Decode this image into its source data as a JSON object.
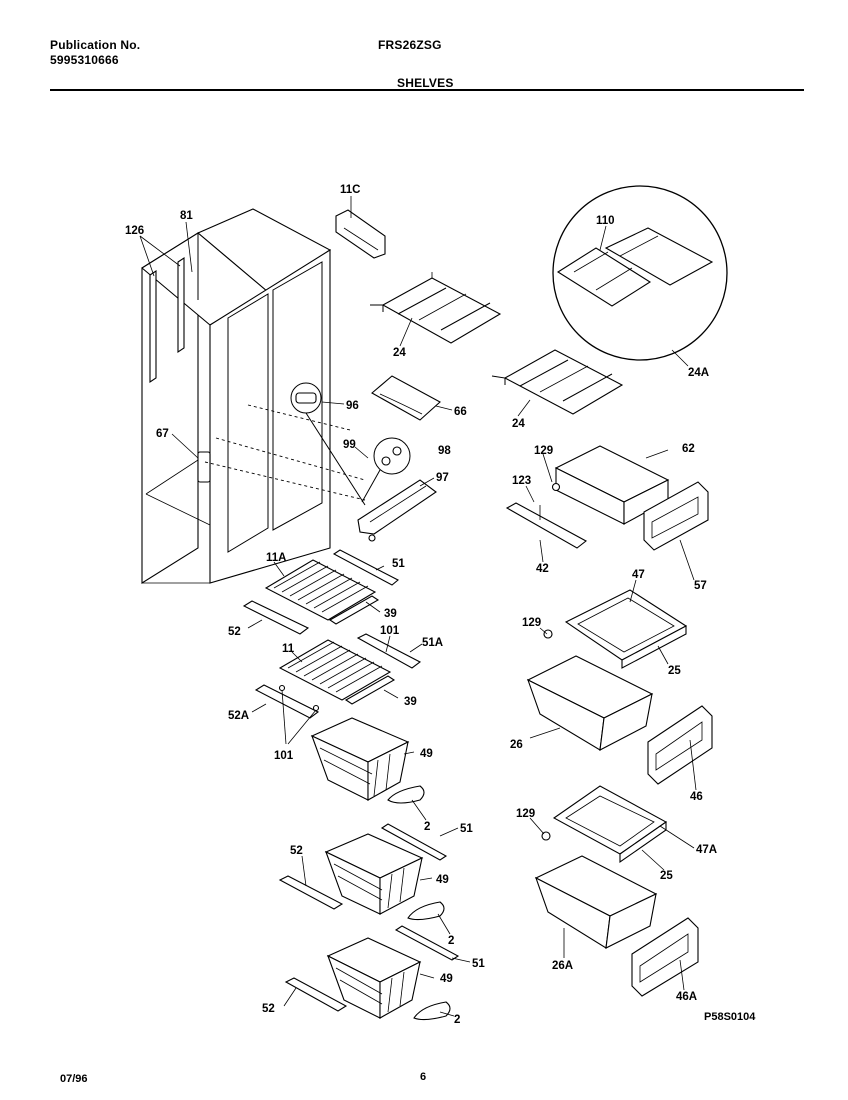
{
  "header": {
    "publication_label": "Publication No.",
    "publication_number": "5995310666",
    "model": "FRS26ZSG",
    "section": "SHELVES"
  },
  "footer": {
    "date": "07/96",
    "page": "6",
    "drawing_id": "P58S0104"
  },
  "callouts": {
    "c126": "126",
    "c81": "81",
    "c11C": "11C",
    "c110": "110",
    "c24": "24",
    "c24b": "24",
    "c24A": "24A",
    "c96": "96",
    "c66": "66",
    "c67": "67",
    "c99": "99",
    "c98": "98",
    "c97": "97",
    "c129a": "129",
    "c62": "62",
    "c123": "123",
    "c42": "42",
    "c57": "57",
    "c11A": "11A",
    "c51a": "51",
    "c39a": "39",
    "c52a": "52",
    "c101a": "101",
    "c51A": "51A",
    "c11": "11",
    "c39b": "39",
    "c52A": "52A",
    "c101b": "101",
    "c49a": "49",
    "c2a": "2",
    "c51b": "51",
    "c52b": "52",
    "c49b": "49",
    "c2b": "2",
    "c51c": "51",
    "c49c": "49",
    "c52c": "52",
    "c2c": "2",
    "c47": "47",
    "c129b": "129",
    "c25a": "25",
    "c26": "26",
    "c46": "46",
    "c129c": "129",
    "c47A": "47A",
    "c25b": "25",
    "c26A": "26A",
    "c46A": "46A"
  }
}
